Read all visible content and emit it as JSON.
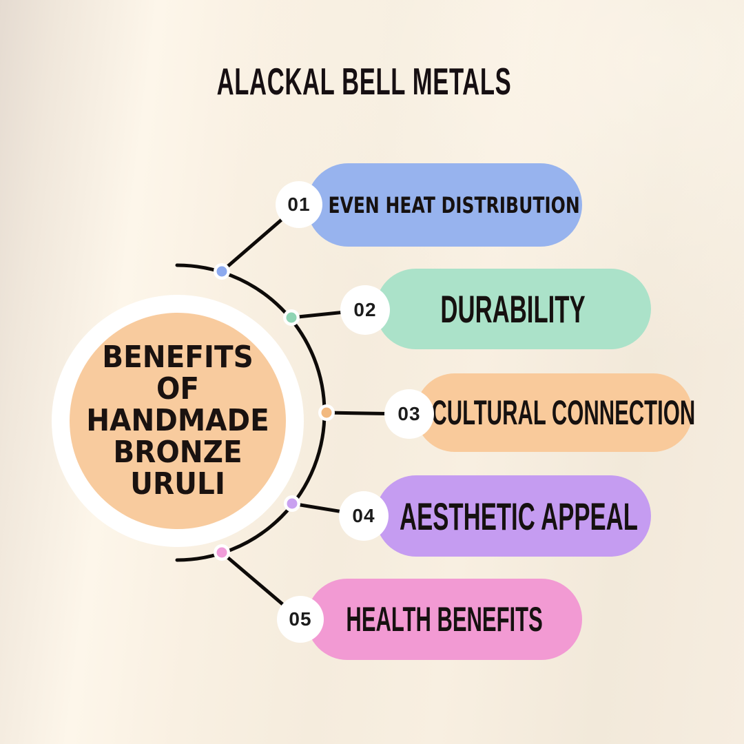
{
  "title": "ALACKAL BELL METALS",
  "center": {
    "lines": [
      "BENEFITS OF",
      "HANDMADE",
      "BRONZE",
      "URULI"
    ],
    "circle_color": "#f8cb9e",
    "ring_color": "#ffffff"
  },
  "items": [
    {
      "num": "01",
      "label": "EVEN HEAT DISTRIBUTION",
      "pill_color": "#97b3ee",
      "dot_color": "#8ca9ee"
    },
    {
      "num": "02",
      "label": "DURABILITY",
      "pill_color": "#abe2c9",
      "dot_color": "#8fd4b4"
    },
    {
      "num": "03",
      "label": "CULTURAL CONNECTION",
      "pill_color": "#f9ca9b",
      "dot_color": "#f2b97f"
    },
    {
      "num": "04",
      "label": "AESTHETIC APPEAL",
      "pill_color": "#c59cf1",
      "dot_color": "#c9a1f0"
    },
    {
      "num": "05",
      "label": "HEALTH BENEFITS",
      "pill_color": "#f29ad3",
      "dot_color": "#f09cda"
    }
  ],
  "colors": {
    "connector": "#0e0b09",
    "node_ring": "#ffffff",
    "number_bg": "#ffffff",
    "text_dark": "#161110"
  }
}
